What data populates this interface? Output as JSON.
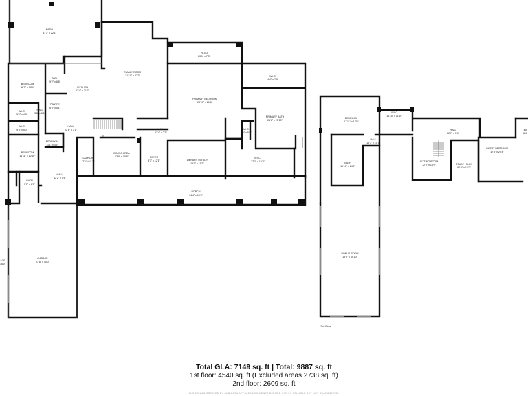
{
  "rooms_first_floor": [
    {
      "name": "PATIO",
      "dims": "31'7\" x 22'1\""
    },
    {
      "name": "PATIO",
      "dims": "20'1\" x 7'3\""
    },
    {
      "name": "BEDROOM",
      "dims": "12'3\" x 13'4\""
    },
    {
      "name": "BATH",
      "dims": "9'2\" x 8'8\""
    },
    {
      "name": "KITCHEN",
      "dims": "13'4\" x 21'7\""
    },
    {
      "name": "FAMILY ROOM",
      "dims": "21'10\" x 32'3\""
    },
    {
      "name": "W.I.C.",
      "dims": "4'4\" x 7'9\""
    },
    {
      "name": "PRIMARY BEDROOM",
      "dims": "20'10\" x 21'6\""
    },
    {
      "name": "PANTRY",
      "dims": "6'0\" x 5'1\""
    },
    {
      "name": "W.I.C.",
      "dims": "5'6\" x 4'9\""
    },
    {
      "name": "HALL",
      "dims": "3'5\" x 5'1\""
    },
    {
      "name": "PRIMARY BATH",
      "dims": "21'8\" x 21'10\""
    },
    {
      "name": "W.I.C.",
      "dims": "9'4\" x 5'0\""
    },
    {
      "name": "HALL",
      "dims": "22'6\" x 7'1\""
    },
    {
      "name": "HALL",
      "dims": "13'4\" x 7'1\""
    },
    {
      "name": "W.I.C.",
      "dims": "5'6\" x 5'8\""
    },
    {
      "name": "BEDROOM",
      "dims": "11'1\" x 4'9\""
    },
    {
      "name": "BEDROOM",
      "dims": "11'11\" x 12'10\""
    },
    {
      "name": "LAUNDRY",
      "dims": "7'1\" x 11'3\""
    },
    {
      "name": "DINING AREA",
      "dims": "13'8\" x 10'8\""
    },
    {
      "name": "FOYER",
      "dims": "8'3\" x 12'1\""
    },
    {
      "name": "LIBRARY / STUDY",
      "dims": "15'0\" x 15'3\""
    },
    {
      "name": "W.I.C.",
      "dims": "27'2\" x 16'3\""
    },
    {
      "name": "HALL",
      "dims": "12'2\" x 5'6\""
    },
    {
      "name": "BATH",
      "dims": "5'1\" x 8'0\""
    },
    {
      "name": "PORCH",
      "dims": "74'4\" x 10'4\""
    },
    {
      "name": "GARAGE",
      "dims": "23'8\" x 40'0\""
    }
  ],
  "rooms_second_floor": [
    {
      "name": "BEDROOM",
      "dims": "17'11\" x 17'0\""
    },
    {
      "name": "W.I.C.",
      "dims": "11'10\" x 11'10\""
    },
    {
      "name": "HALL",
      "dims": "22'7\" x 7'4\""
    },
    {
      "name": "HALL",
      "dims": "16'7\" x 10'1\""
    },
    {
      "name": "BATH",
      "dims": "11'10\" x 14'2\""
    },
    {
      "name": "SITTING ROOM",
      "dims": "12'0\" x 13'0\""
    },
    {
      "name": "STUDY / FLEX",
      "dims": "9'10\" x 16'2\""
    },
    {
      "name": "GUEST BEDROOM",
      "dims": "12'8\" x 20'8\""
    },
    {
      "name": "BONUS ROOM",
      "dims": "19'9\" x 45'10\""
    },
    {
      "name": "BA",
      "dims": "8'4\""
    }
  ],
  "edge_labels": {
    "garage_left_top": "AGE",
    "garage_left_bottom": "36'0\""
  },
  "floor_label": "2nd Floor",
  "summary": {
    "total": "Total GLA: 7149 sq. ft | Total: 9887 sq. ft",
    "first_floor": "1st floor: 4540 sq. ft (Excluded areas 2738 sq. ft)",
    "second_floor": "2nd floor: 2609 sq. ft"
  },
  "footer": "FLOORPLAN CREATED BY CUBICASA APP. MEASUREMENTS DEEMED HIGHLY RELIABLE BUT NOT GUARANTEED."
}
